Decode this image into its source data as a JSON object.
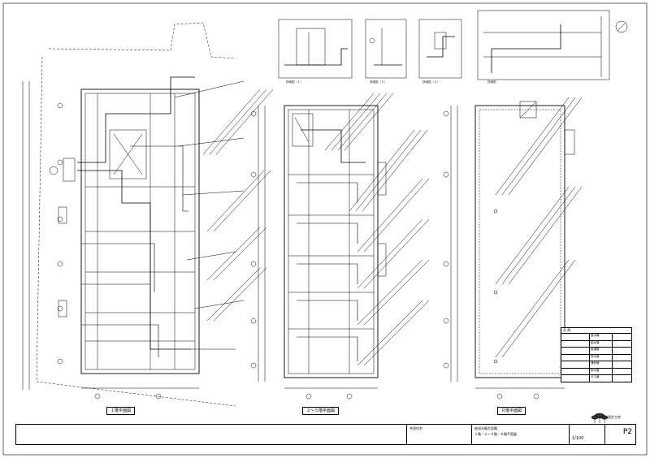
{
  "drawing_titles": {
    "floor1": "１階平面図",
    "floor2_5": "２～５階平面図",
    "roof": "Ｒ階平面図"
  },
  "detail_titles": [
    "詳細図（１）",
    "詳細図（２）",
    "詳細図（３）",
    "詳細図"
  ],
  "legend": {
    "header": "凡 例",
    "rows": [
      {
        "name": "量水器",
        "note": ""
      },
      {
        "name": "給水管",
        "note": ""
      },
      {
        "name": "給湯管",
        "note": ""
      },
      {
        "name": "排水管",
        "note": ""
      },
      {
        "name": "通気管",
        "note": ""
      },
      {
        "name": "雨水管",
        "note": ""
      },
      {
        "name": "ガス管",
        "note": ""
      }
    ]
  },
  "logo_text": "設計工房",
  "title_block": {
    "project": "共同住宅",
    "drawing_name": "給排水衛生設備",
    "drawing_sub": "１階・２～５階・Ｒ階平面図",
    "scale": "1/100",
    "sheet_no": "P2"
  },
  "colors": {
    "line": "#000000",
    "background": "#ffffff"
  }
}
